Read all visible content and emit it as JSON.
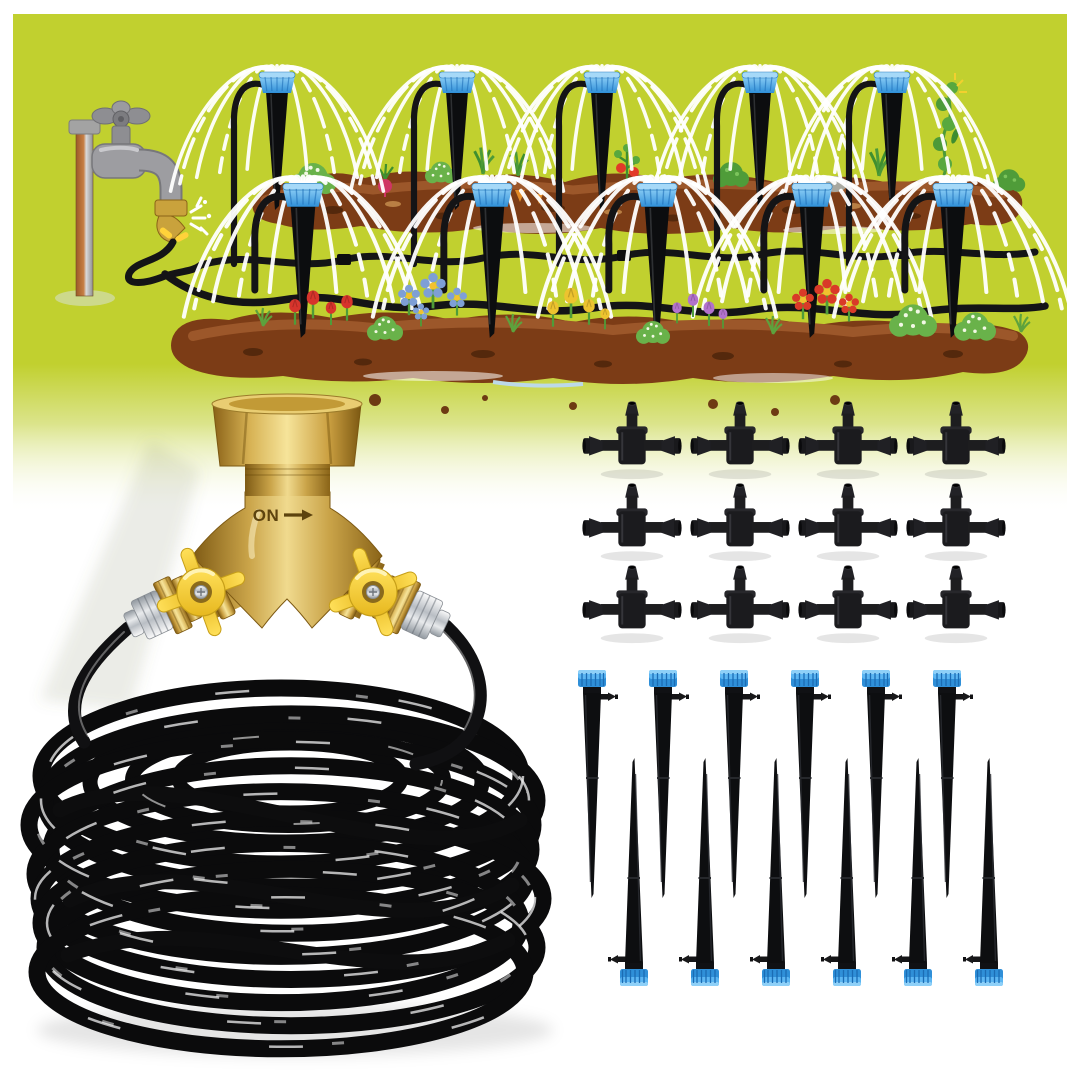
{
  "image": {
    "kind": "product-photo",
    "subject": "Garden drip irrigation watering kit",
    "sections": [
      "garden-scene-illustration",
      "brass-2way-splitter-with-tubing-coil",
      "barbed-tee-connectors",
      "drip-emitter-stakes"
    ]
  },
  "illustration": {
    "scene": "drip-irrigation-garden",
    "faucet": "outdoor-spigot",
    "rows": [
      {
        "name": "vegetable-bed",
        "sprinklers": 5
      },
      {
        "name": "flower-bed",
        "sprinklers": 5
      }
    ],
    "jets_per_sprinkler": 11
  },
  "valve": {
    "type": "2-way brass hose splitter",
    "engraving": "ON",
    "handles": 2
  },
  "parts": {
    "tee_connectors": {
      "name": "barbed tee connector",
      "count": 12,
      "rows": 3,
      "cols": 4
    },
    "drip_stakes": {
      "name": "adjustable drip emitter stake",
      "count": 12,
      "upright": 6,
      "inverted": 6
    },
    "tubing_coil": {
      "name": "distribution tubing coil",
      "loops": 9
    }
  },
  "colors": {
    "scene_green": "#c1d02f",
    "cap_blue": "#3b9ff0",
    "brass": "#c9a23c",
    "handle_yellow": "#f2cd2f",
    "tubing_black": "#111113",
    "soil_brown": "#7c3c16",
    "water_white": "#ffffff"
  }
}
